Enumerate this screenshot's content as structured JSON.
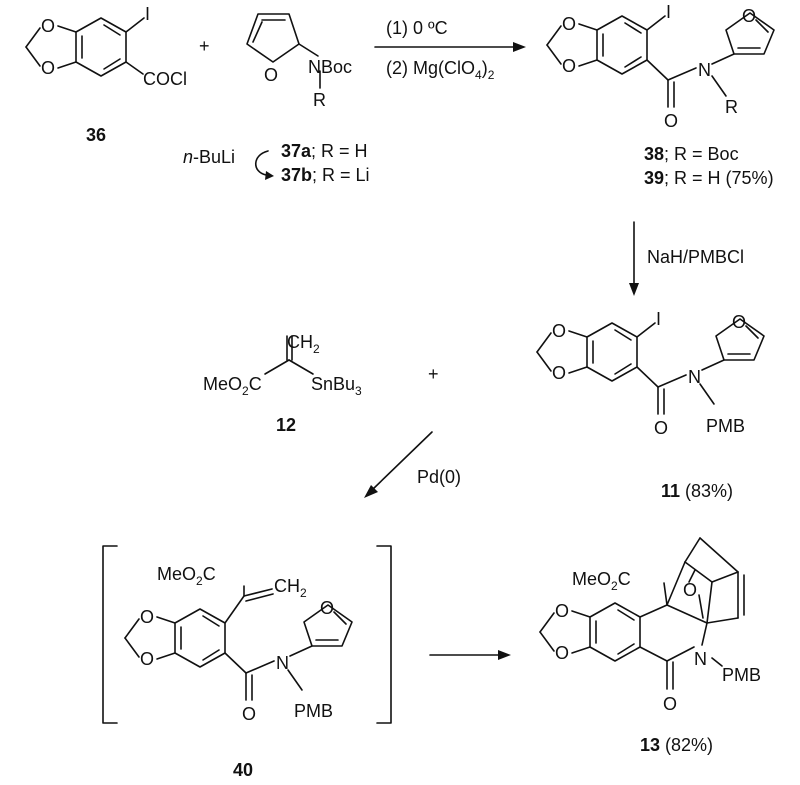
{
  "compounds": {
    "c36": {
      "id": "36",
      "iodo": "I",
      "acyl": "COCl"
    },
    "c37": {
      "n_group": "NBoc",
      "r": "R",
      "id_a": "37a",
      "desc_a": "; R = H",
      "id_b": "37b",
      "desc_b": "; R = Li",
      "base": "-BuLi",
      "base_n": "n"
    },
    "c38": {
      "id": "38",
      "desc": "; R = Boc"
    },
    "c39": {
      "id": "39",
      "desc": "; R = H (75%)"
    },
    "c12": {
      "id": "12",
      "ester": "MeO",
      "ester_sub": "2",
      "ester_c": "C",
      "ch2": "CH",
      "ch2_sub": "2",
      "sn": "SnBu",
      "sn_sub": "3"
    },
    "c11": {
      "id": "11",
      "yield": " (83%)",
      "pmb": "PMB"
    },
    "c40": {
      "id": "40",
      "ester": "MeO",
      "ester_sub": "2",
      "ester_c": "C",
      "ch2": "CH",
      "ch2_sub": "2",
      "pmb": "PMB"
    },
    "c13": {
      "id": "13",
      "yield": " (82%)",
      "ester": "MeO",
      "ester_sub": "2",
      "ester_c": "C",
      "pmb": "PMB"
    }
  },
  "atoms": {
    "O": "O",
    "N": "N",
    "I": "I",
    "R": "R",
    "plus": "+"
  },
  "conditions": {
    "step1": "(1) 0 ºC",
    "step2": "(2) Mg(ClO",
    "step2_sub1": "4",
    "step2_close": ")",
    "step2_sub2": "2",
    "step3": "NaH/PMBCl",
    "step4": "Pd(0)"
  }
}
